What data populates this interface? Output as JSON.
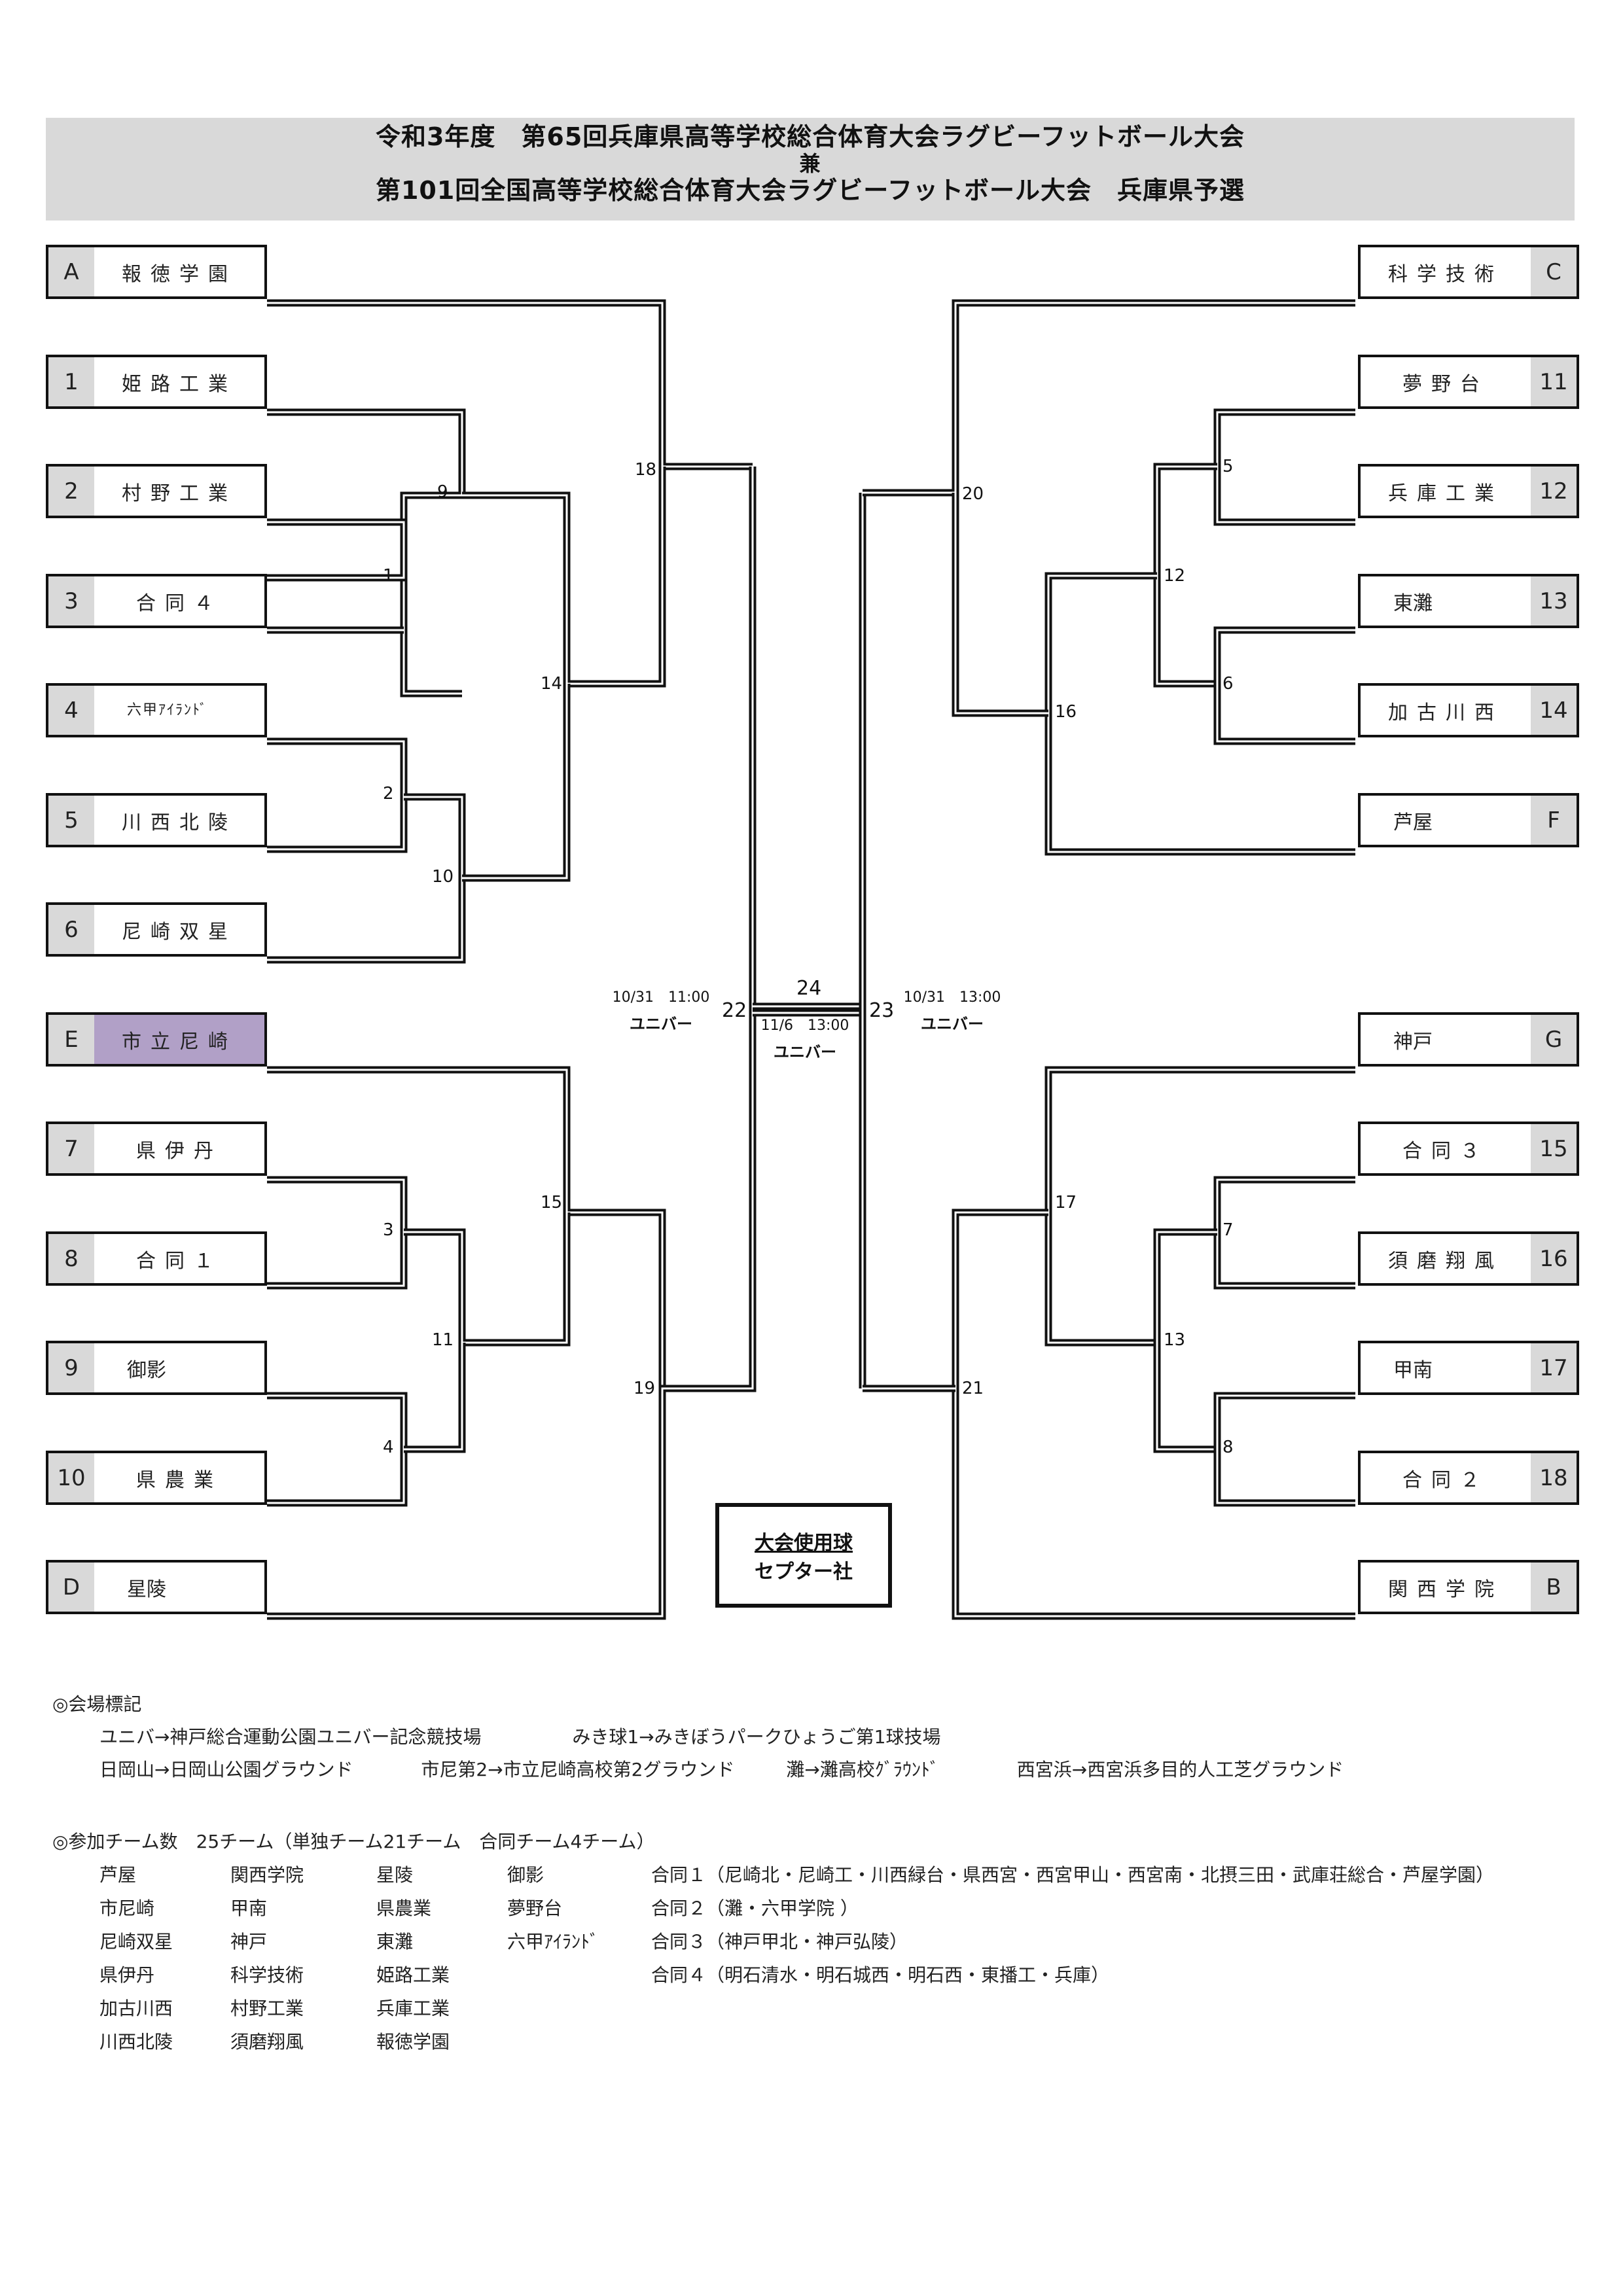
{
  "header": {
    "title_line1": "令和3年度　第65回兵庫県高等学校総合体育大会ラグビーフットボール大会",
    "title_line2": "兼",
    "title_line3": "第101回全国高等学校総合体育大会ラグビーフットボール大会　兵庫県予選"
  },
  "colors": {
    "seed_gray": "#d9d9d9",
    "highlight_purple": "#b1a0c7",
    "line": "#111111"
  },
  "left_teams": [
    {
      "seed": "A",
      "name": "報徳学園"
    },
    {
      "seed": "1",
      "name": "姫路工業"
    },
    {
      "seed": "2",
      "name": "村野工業"
    },
    {
      "seed": "3",
      "name": "合同４"
    },
    {
      "seed": "4",
      "name": "六甲ｱｲﾗﾝﾄﾞ"
    },
    {
      "seed": "5",
      "name": "川西北陵"
    },
    {
      "seed": "6",
      "name": "尼崎双星"
    },
    {
      "seed": "E",
      "name": "市立尼崎",
      "highlight": true
    },
    {
      "seed": "7",
      "name": "県伊丹"
    },
    {
      "seed": "8",
      "name": "合同１"
    },
    {
      "seed": "9",
      "name": "御影"
    },
    {
      "seed": "10",
      "name": "県農業"
    },
    {
      "seed": "D",
      "name": "星陵"
    }
  ],
  "right_teams": [
    {
      "seed": "C",
      "name": "科学技術"
    },
    {
      "seed": "11",
      "name": "夢野台"
    },
    {
      "seed": "12",
      "name": "兵庫工業"
    },
    {
      "seed": "13",
      "name": "東灘"
    },
    {
      "seed": "14",
      "name": "加古川西"
    },
    {
      "seed": "F",
      "name": "芦屋"
    },
    {
      "seed": "G",
      "name": "神戸"
    },
    {
      "seed": "15",
      "name": "合同３"
    },
    {
      "seed": "16",
      "name": "須磨翔風"
    },
    {
      "seed": "17",
      "name": "甲南"
    },
    {
      "seed": "18",
      "name": "合同２"
    },
    {
      "seed": "B",
      "name": "関西学院"
    }
  ],
  "matches": {
    "m1": "1",
    "m2": "2",
    "m3": "3",
    "m4": "4",
    "m5": "5",
    "m6": "6",
    "m7": "7",
    "m8": "8",
    "m9": "9",
    "m10": "10",
    "m11": "11",
    "m12": "12",
    "m13": "13",
    "m14": "14",
    "m15": "15",
    "m16": "16",
    "m17": "17",
    "m18": "18",
    "m19": "19",
    "m20": "20",
    "m21": "21",
    "m22": "22",
    "m23": "23",
    "m24": "24"
  },
  "schedule": {
    "semi_left": {
      "datetime": "10/31　11:00",
      "venue": "ユニバー"
    },
    "final": {
      "datetime": "11/6　13:00",
      "venue": "ユニバー"
    },
    "semi_right": {
      "datetime": "10/31　13:00",
      "venue": "ユニバー"
    }
  },
  "ball_box": {
    "line1": "大会使用球",
    "line2": "セプター社"
  },
  "notes": {
    "venue_heading": "◎会場標記",
    "venues_row1": [
      "ユニバ→神戸総合運動公園ユニバー記念競技場",
      "みき球1→みきぼうパークひょうご第1球技場"
    ],
    "venues_row2": [
      "日岡山→日岡山公園グラウンド",
      "市尼第2→市立尼崎高校第2グラウンド",
      "灘→灘高校ｸﾞﾗｳﾝﾄﾞ",
      "西宮浜→西宮浜多目的人工芝グラウンド"
    ],
    "teams_heading": "◎参加チーム数　25チーム（単独チーム21チーム　合同チーム4チーム）",
    "team_columns": [
      [
        "芦屋",
        "市尼崎",
        "尼崎双星",
        "県伊丹",
        "加古川西",
        "川西北陵"
      ],
      [
        "関西学院",
        "甲南",
        "神戸",
        "科学技術",
        "村野工業",
        "須磨翔風"
      ],
      [
        "星陵",
        "県農業",
        "東灘",
        "姫路工業",
        "兵庫工業",
        "報徳学園"
      ],
      [
        "御影",
        "夢野台",
        "六甲ｱｲﾗﾝﾄﾞ"
      ]
    ],
    "joint_teams": [
      "合同１（尼崎北・尼崎工・川西緑台・県西宮・西宮甲山・西宮南・北摂三田・武庫荘総合・芦屋学園）",
      "合同２（灘・六甲学院 ）",
      "合同３（神戸甲北・神戸弘陵）",
      "合同４（明石清水・明石城西・明石西・東播工・兵庫）"
    ]
  }
}
